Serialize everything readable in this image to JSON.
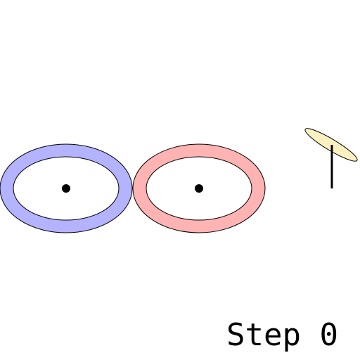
{
  "step": {
    "prefix": "Step",
    "value": "0",
    "text": "Step 0"
  },
  "colors": {
    "background": "#ffffff",
    "wheel_left_fill": "#b3b3ff",
    "wheel_right_fill": "#ffb3b3",
    "hub": "#000000",
    "pole": "#000000",
    "paddle_fill": "#fbf1c0",
    "outline": "#000000"
  },
  "objects": [
    {
      "name": "left-wheel",
      "kind": "ring",
      "color_key": "wheel_left_fill"
    },
    {
      "name": "right-wheel",
      "kind": "ring",
      "color_key": "wheel_right_fill"
    },
    {
      "name": "pole-flag",
      "kind": "stick-with-blade",
      "color_key": "paddle_fill"
    }
  ]
}
